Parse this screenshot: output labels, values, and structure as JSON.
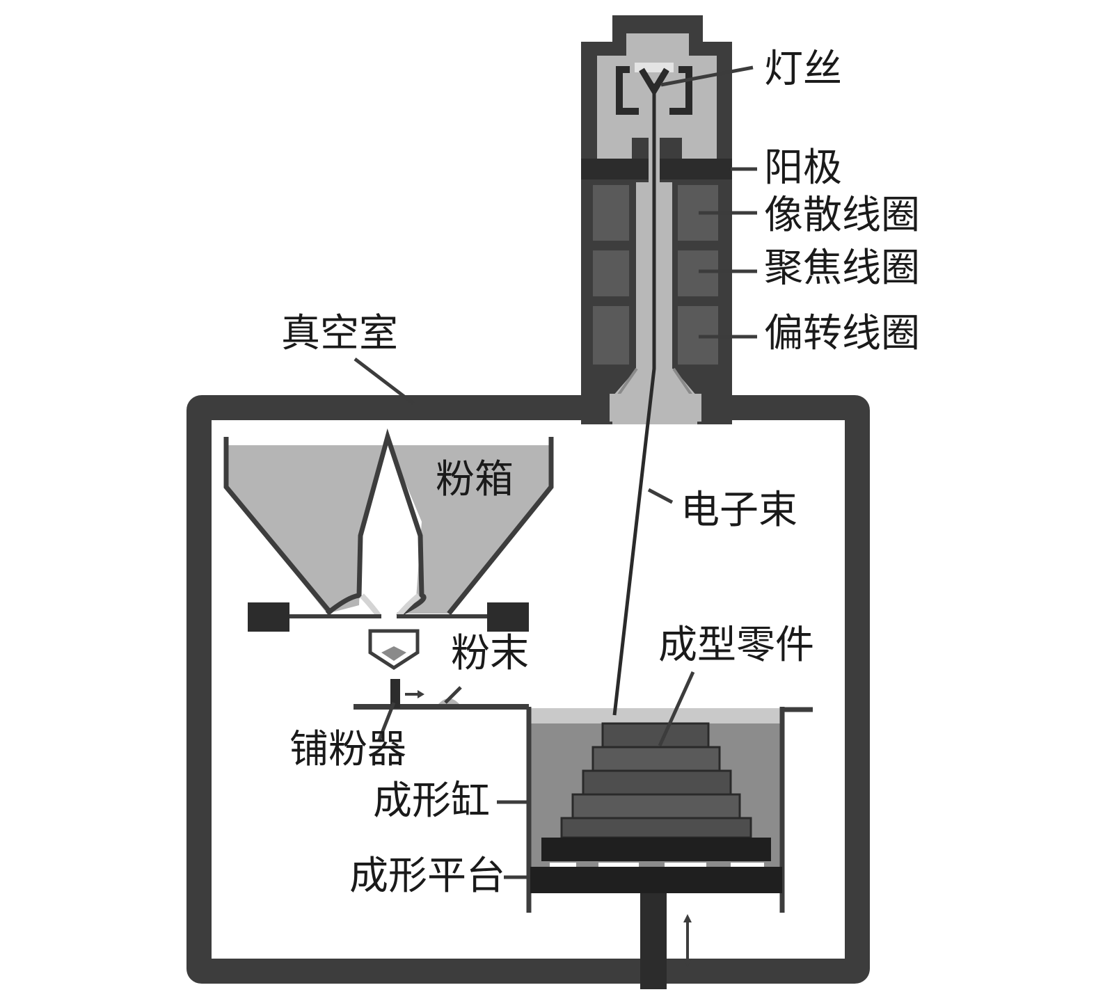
{
  "labels": {
    "filament": "灯丝",
    "anode": "阳极",
    "astigmatism_coil": "像散线圈",
    "focus_coil": "聚焦线圈",
    "deflection_coil": "偏转线圈",
    "vacuum_chamber": "真空室",
    "powder_hopper": "粉箱",
    "electron_beam": "电子束",
    "powder": "粉末",
    "formed_part": "成型零件",
    "powder_spreader": "铺粉器",
    "build_cylinder": "成形缸",
    "build_platform": "成形平台"
  },
  "colors": {
    "wall": "#3d3d3d",
    "gun_interior": "#b8b8b8",
    "coil": "#5a5a5a",
    "powder": "#b5b5b5",
    "powder_bed": "#8c8c8c",
    "part": "#4e4e4e",
    "platform": "#1f1f1f"
  }
}
